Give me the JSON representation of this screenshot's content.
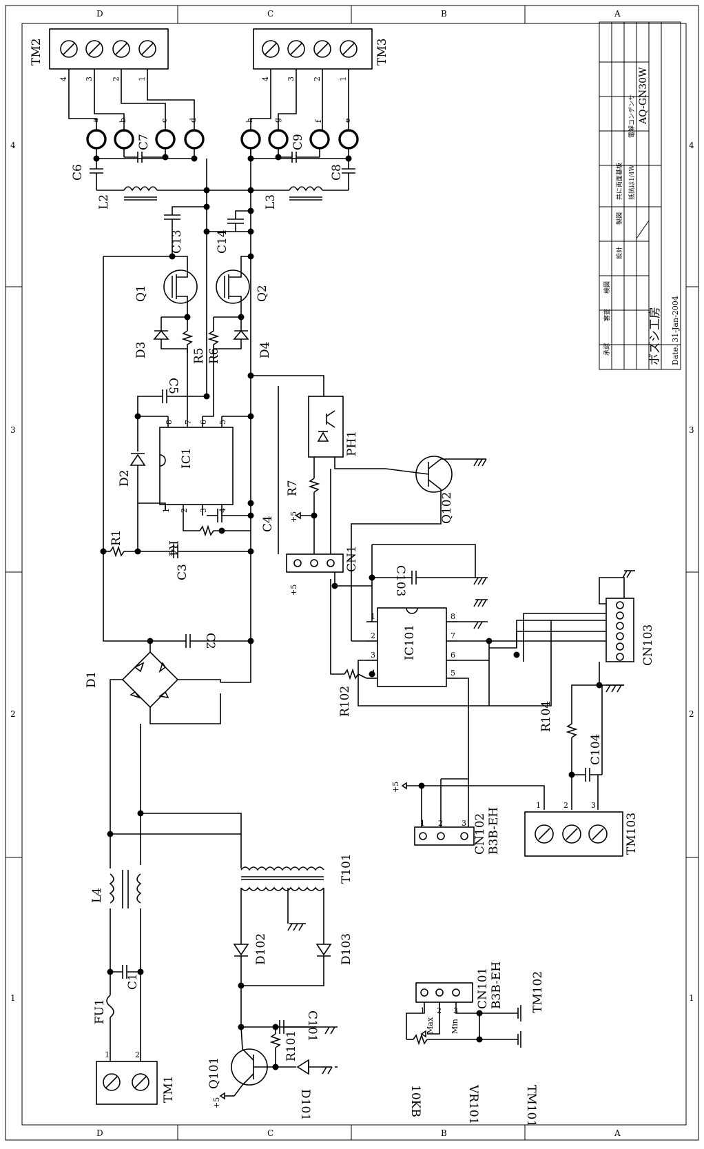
{
  "frame": {
    "top_letters": [
      "D",
      "C",
      "B",
      "A"
    ],
    "bottom_letters": [
      "D",
      "C",
      "B",
      "A"
    ],
    "side_numbers": [
      "4",
      "3",
      "2",
      "1"
    ]
  },
  "title_block": {
    "company": "ボズシ工房",
    "date": "Date.  31-Jan-2004",
    "drawing_no": "AQ-GN30W",
    "row_labels": [
      "承認",
      "審査",
      "検図",
      "設計",
      "製図"
    ],
    "notes": [
      "共に両面基板",
      "抵抗は1/4W",
      "電解コンデンサ"
    ]
  },
  "components": {
    "TM1": "TM1",
    "TM2": "TM2",
    "TM3": "TM3",
    "TM101": "TM101",
    "TM102": "TM102",
    "TM103": "TM103",
    "FU1": "FU1",
    "L2": "L2",
    "L3": "L3",
    "L4": "L4",
    "T101": "T101",
    "C1": "C1",
    "C2": "C2",
    "C3": "C3",
    "C4": "C4",
    "C5": "C5",
    "C6": "C6",
    "C7": "C7",
    "C8": "C8",
    "C9": "C9",
    "C13": "C13",
    "C14": "C14",
    "C101": "C101",
    "C103": "C103",
    "C104": "C104",
    "D1": "D1",
    "D2": "D2",
    "D3": "D3",
    "D4": "D4",
    "D101": "D101",
    "D102": "D102",
    "D103": "D103",
    "Q1": "Q1",
    "Q2": "Q2",
    "Q101": "Q101",
    "Q102": "Q102",
    "R1": "R1",
    "R4": "R4",
    "R5": "R5",
    "R6": "R6",
    "R7": "R7",
    "R101": "R101",
    "R102": "R102",
    "R104": "R104",
    "IC1": "IC1",
    "IC101": "IC101",
    "PH1": "PH1",
    "CN1": "CN1",
    "CN101": "CN101",
    "CN102": "CN102",
    "CN103": "CN103",
    "B3B_EH_1": "B3B-EH",
    "B3B_EH_2": "B3B-EH",
    "VR101": "VR101",
    "VR_value": "10KB",
    "VR_max": "Max",
    "VR_min": "Min",
    "supply": "+5"
  },
  "terminal_letters": [
    "a",
    "b",
    "c",
    "d",
    "h",
    "g",
    "f",
    "e"
  ],
  "pin_numbers": [
    "1",
    "2",
    "3",
    "4",
    "5",
    "6",
    "7",
    "8"
  ]
}
